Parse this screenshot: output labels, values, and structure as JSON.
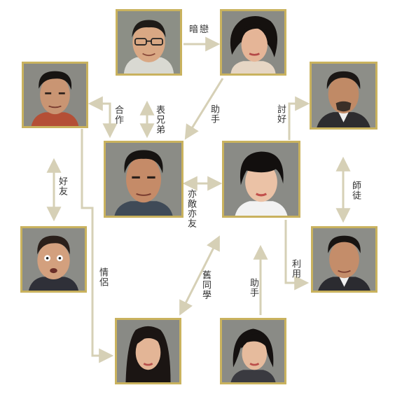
{
  "relationships": {
    "r1": "暗戀",
    "r2": "合作",
    "r3": "表兄弟",
    "r4": "助手",
    "r5": "討好",
    "r6": "好友",
    "r7": "亦敵亦友",
    "r8": "師徒",
    "r9": "情侶",
    "r10": "舊同學",
    "r11": "助手",
    "r12": "利用"
  },
  "colors": {
    "frame": "#c9b25e",
    "connector": "#d6d0b6",
    "label_text": "#333333"
  }
}
